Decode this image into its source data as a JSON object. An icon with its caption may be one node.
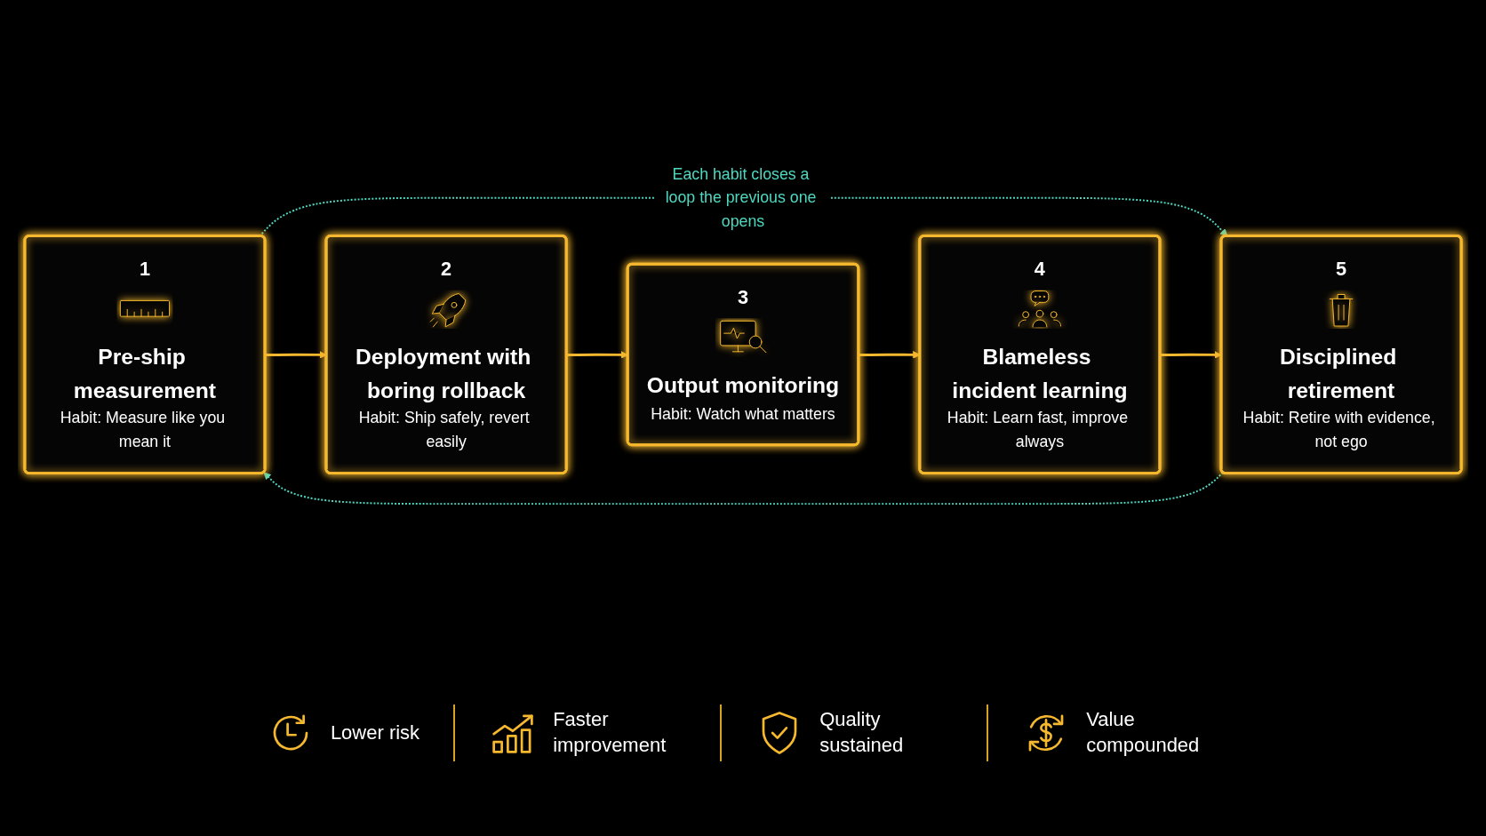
{
  "diagram": {
    "nodes": [
      {
        "text": [
          "1",
          "Pre-ship measurement",
          "Habit: Measure like you mean it"
        ]
      },
      {
        "text": [
          "2",
          "Deployment with boring rollback",
          "Habit: Ship safely, revert easily"
        ]
      },
      {
        "text": [
          "3",
          "Output monitoring",
          "Habit: Watch what matters"
        ]
      },
      {
        "text": [
          "4",
          "Blameless incident learning",
          "Habit: Learn fast, improve always"
        ]
      },
      {
        "text": [
          "5",
          "Disciplined retirement",
          "Habit: Retire with evidence, not ego"
        ]
      }
    ],
    "edges": [
      {
        "from": 0,
        "to": 4,
        "arrow": "to",
        "label": "Each habit closes a loop the previous one opens",
        "style": "dashed",
        "color": "#4fd8c0"
      },
      {
        "from": 0,
        "to": 1,
        "arrow": "to"
      },
      {
        "from": 1,
        "to": 2,
        "arrow": "to"
      },
      {
        "from": 2,
        "to": 3,
        "arrow": "to"
      },
      {
        "from": 3,
        "to": 4,
        "arrow": "to"
      },
      {
        "from": 4,
        "to": 0,
        "arrow": "to",
        "style": "dashed",
        "color": "#4fd8c0"
      }
    ],
    "labels": [
      "Lower risk",
      "Faster improvement",
      "Quality sustained",
      "Value compounded"
    ]
  }
}
